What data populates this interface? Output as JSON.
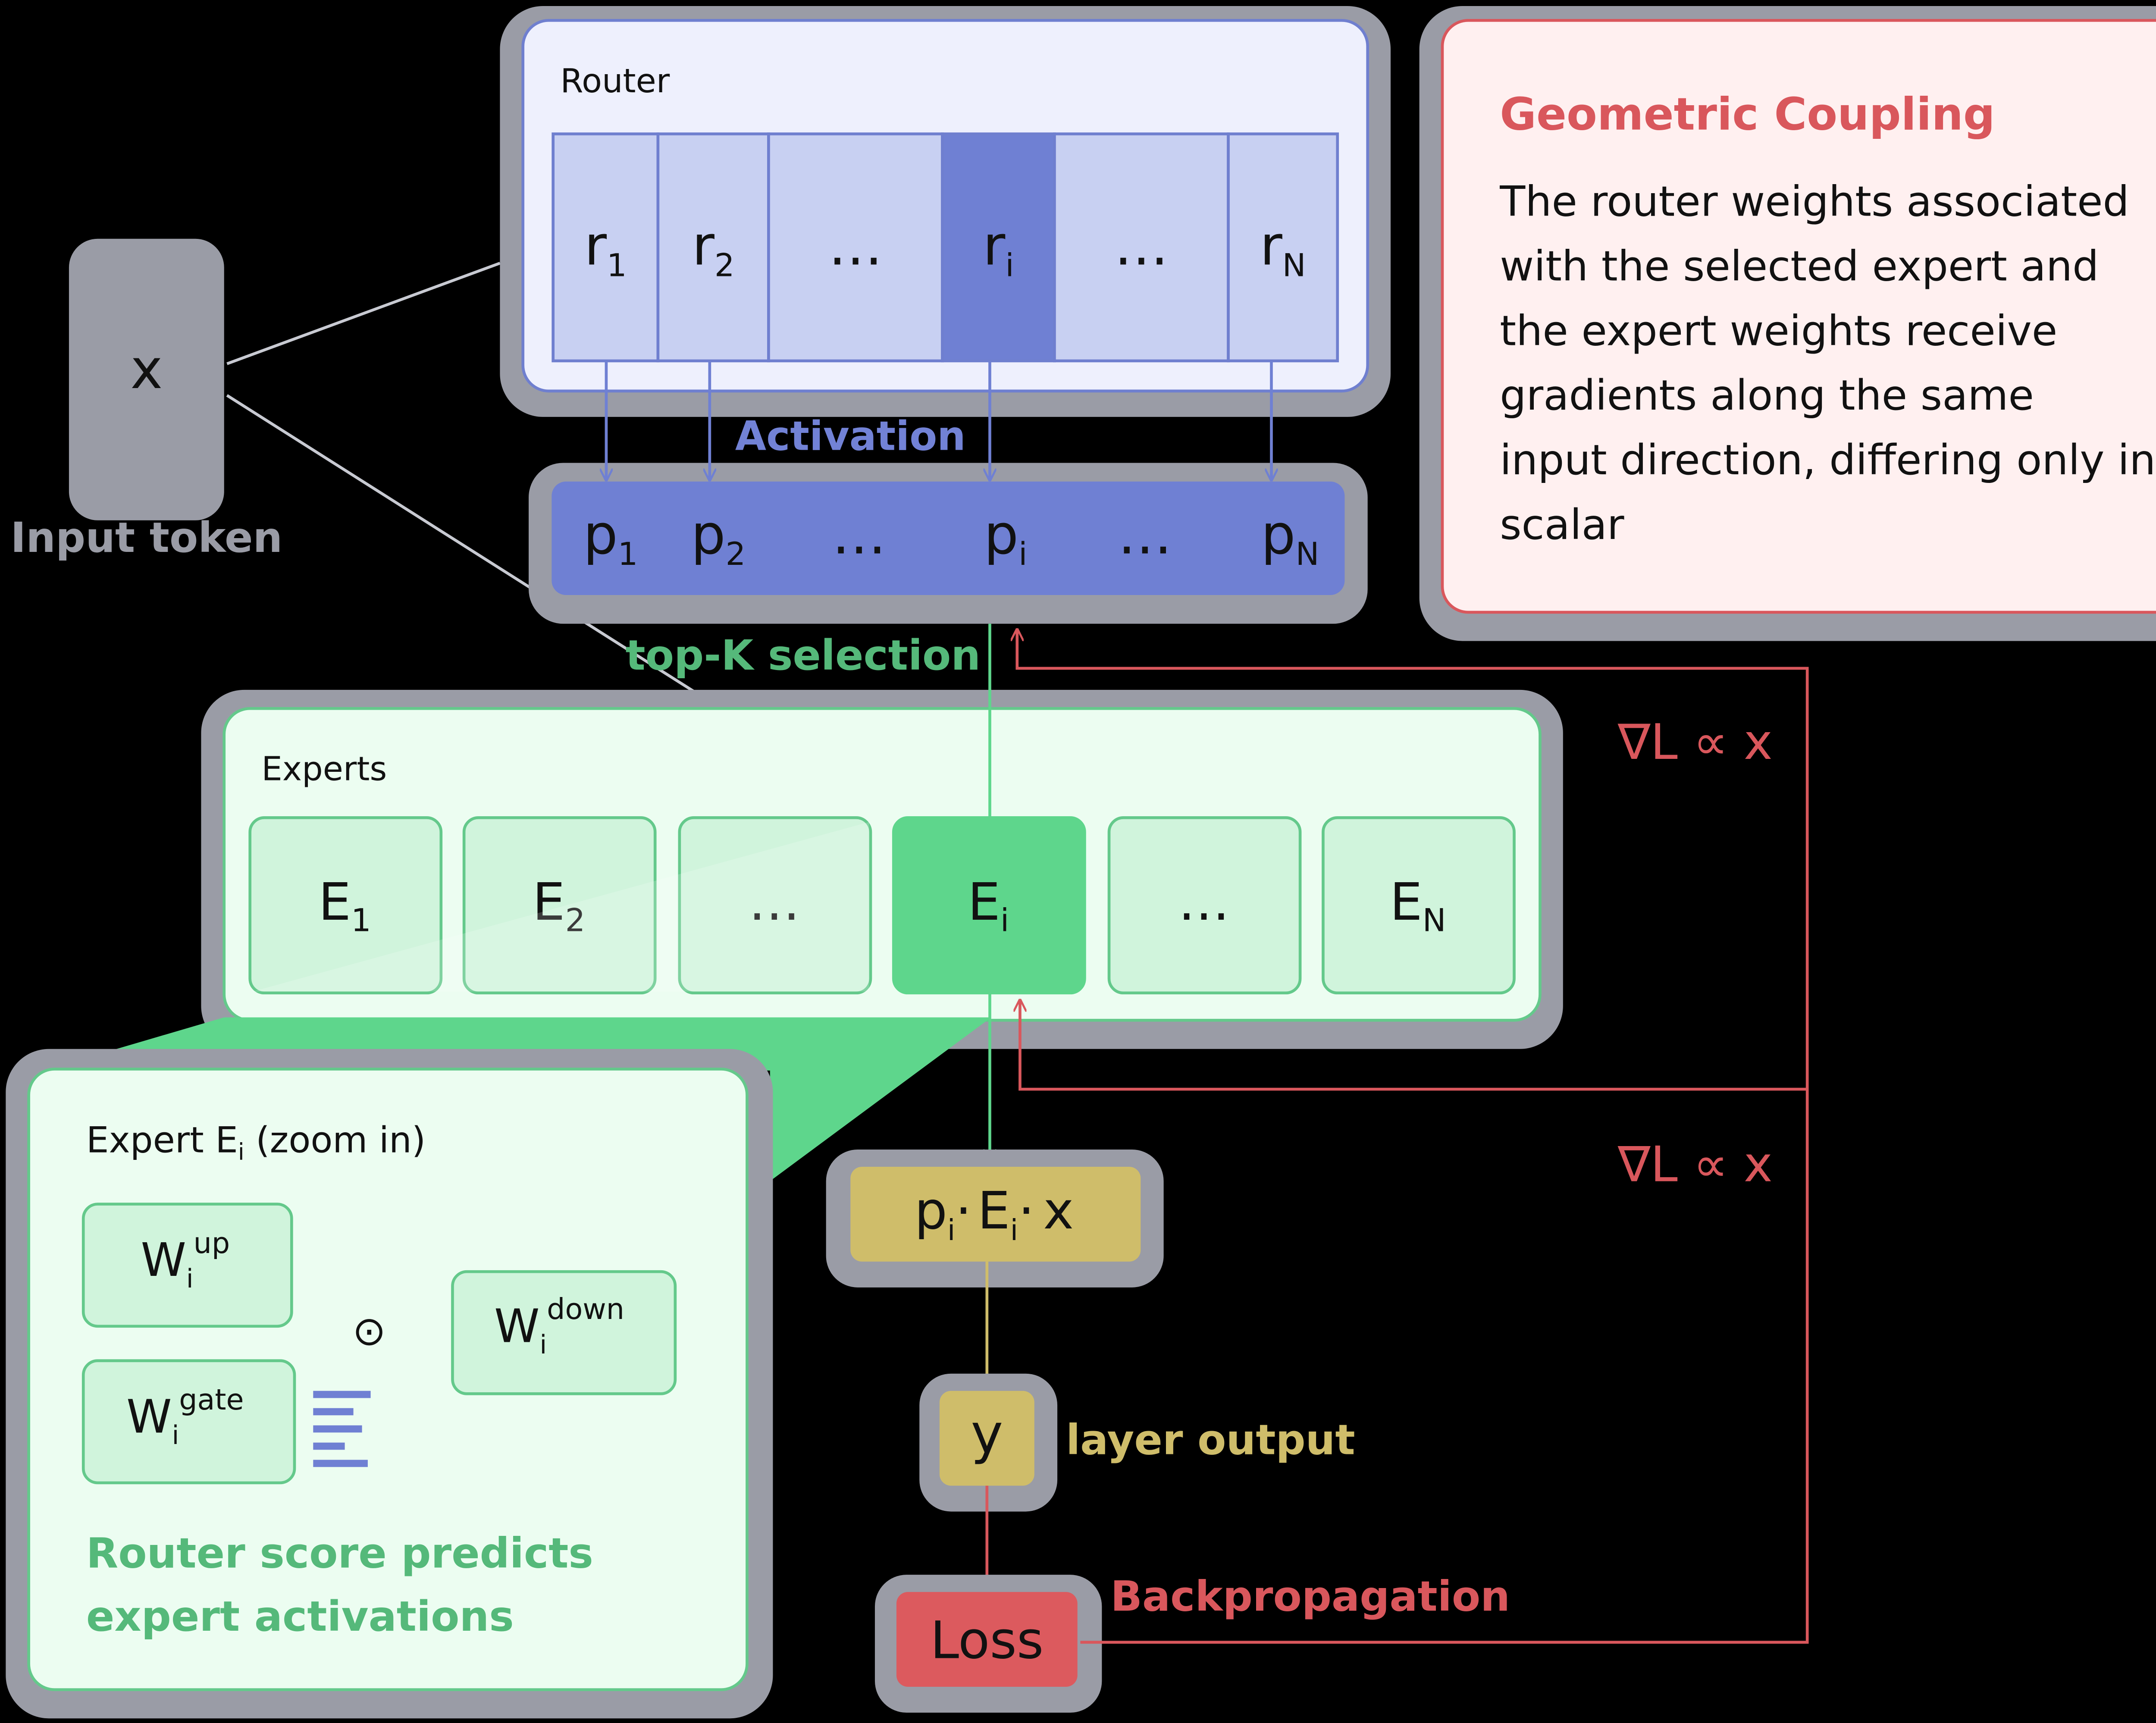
{
  "input": {
    "symbol": "x",
    "label": "Input token"
  },
  "router": {
    "title": "Router",
    "cells": [
      {
        "base": "r",
        "sub": "1"
      },
      {
        "base": "r",
        "sub": "2"
      },
      {
        "base": "…",
        "sub": ""
      },
      {
        "base": "r",
        "sub": "i"
      },
      {
        "base": "…",
        "sub": ""
      },
      {
        "base": "r",
        "sub": "N"
      }
    ]
  },
  "activation": {
    "label": "Activation",
    "cells": [
      {
        "base": "p",
        "sub": "1"
      },
      {
        "base": "p",
        "sub": "2"
      },
      {
        "base": "…",
        "sub": ""
      },
      {
        "base": "p",
        "sub": "i"
      },
      {
        "base": "…",
        "sub": ""
      },
      {
        "base": "p",
        "sub": "N"
      }
    ]
  },
  "topk_label": "top-K selection",
  "experts": {
    "title": "Experts",
    "cells": [
      {
        "base": "E",
        "sub": "1"
      },
      {
        "base": "E",
        "sub": "2"
      },
      {
        "base": "…",
        "sub": ""
      },
      {
        "base": "E",
        "sub": "i"
      },
      {
        "base": "…",
        "sub": ""
      },
      {
        "base": "E",
        "sub": "N"
      }
    ]
  },
  "zoom": {
    "title_prefix": "Expert E",
    "title_sub": "i",
    "title_suffix": " (zoom in)",
    "w_up": {
      "base": "W",
      "sub": "i",
      "sup": "up"
    },
    "w_gate": {
      "base": "W",
      "sub": "i",
      "sup": "gate"
    },
    "w_down": {
      "base": "W",
      "sub": "i",
      "sup": "down"
    },
    "hadamard": "⊙",
    "caption_line1": "Router score predicts",
    "caption_line2": "expert activations"
  },
  "product": {
    "p": "p",
    "p_sub": "i",
    "dot1": "·",
    "e": "E",
    "e_sub": "i",
    "dot2": "·",
    "x": "x"
  },
  "output": {
    "symbol": "y",
    "label": "layer output"
  },
  "loss": {
    "symbol": "Loss",
    "label": "Backpropagation"
  },
  "gradients": {
    "label_top": "∇L ∝ x",
    "label_bottom": "∇L ∝ x"
  },
  "coupling": {
    "title": "Geometric Coupling",
    "lines": [
      "The router weights associated",
      "with the selected expert and",
      "the expert weights receive",
      "gradients along the same",
      "input direction, differing only in",
      "scalar"
    ]
  },
  "colors": {
    "halo": "#9a9ca6",
    "router_panel": "#eef0fd",
    "router_cell": "#c8d0f2",
    "router_stroke": "#6f7fcf",
    "router_selected": "#6f80d3",
    "activation_bar": "#6f80d3",
    "activation_text": "#7282d6",
    "expert_panel": "#ecfdf1",
    "expert_cell": "#d0f4dc",
    "expert_stroke": "#64c98b",
    "expert_selected": "#5ed68c",
    "green_text": "#55b97a",
    "yellow_box": "#cfbd6a",
    "yellow_text": "#cfbd6a",
    "loss_box": "#dc5a5e",
    "red_text": "#d9575c",
    "coupling_panel": "#fff0f0",
    "input_box": "#9a9ca6"
  }
}
